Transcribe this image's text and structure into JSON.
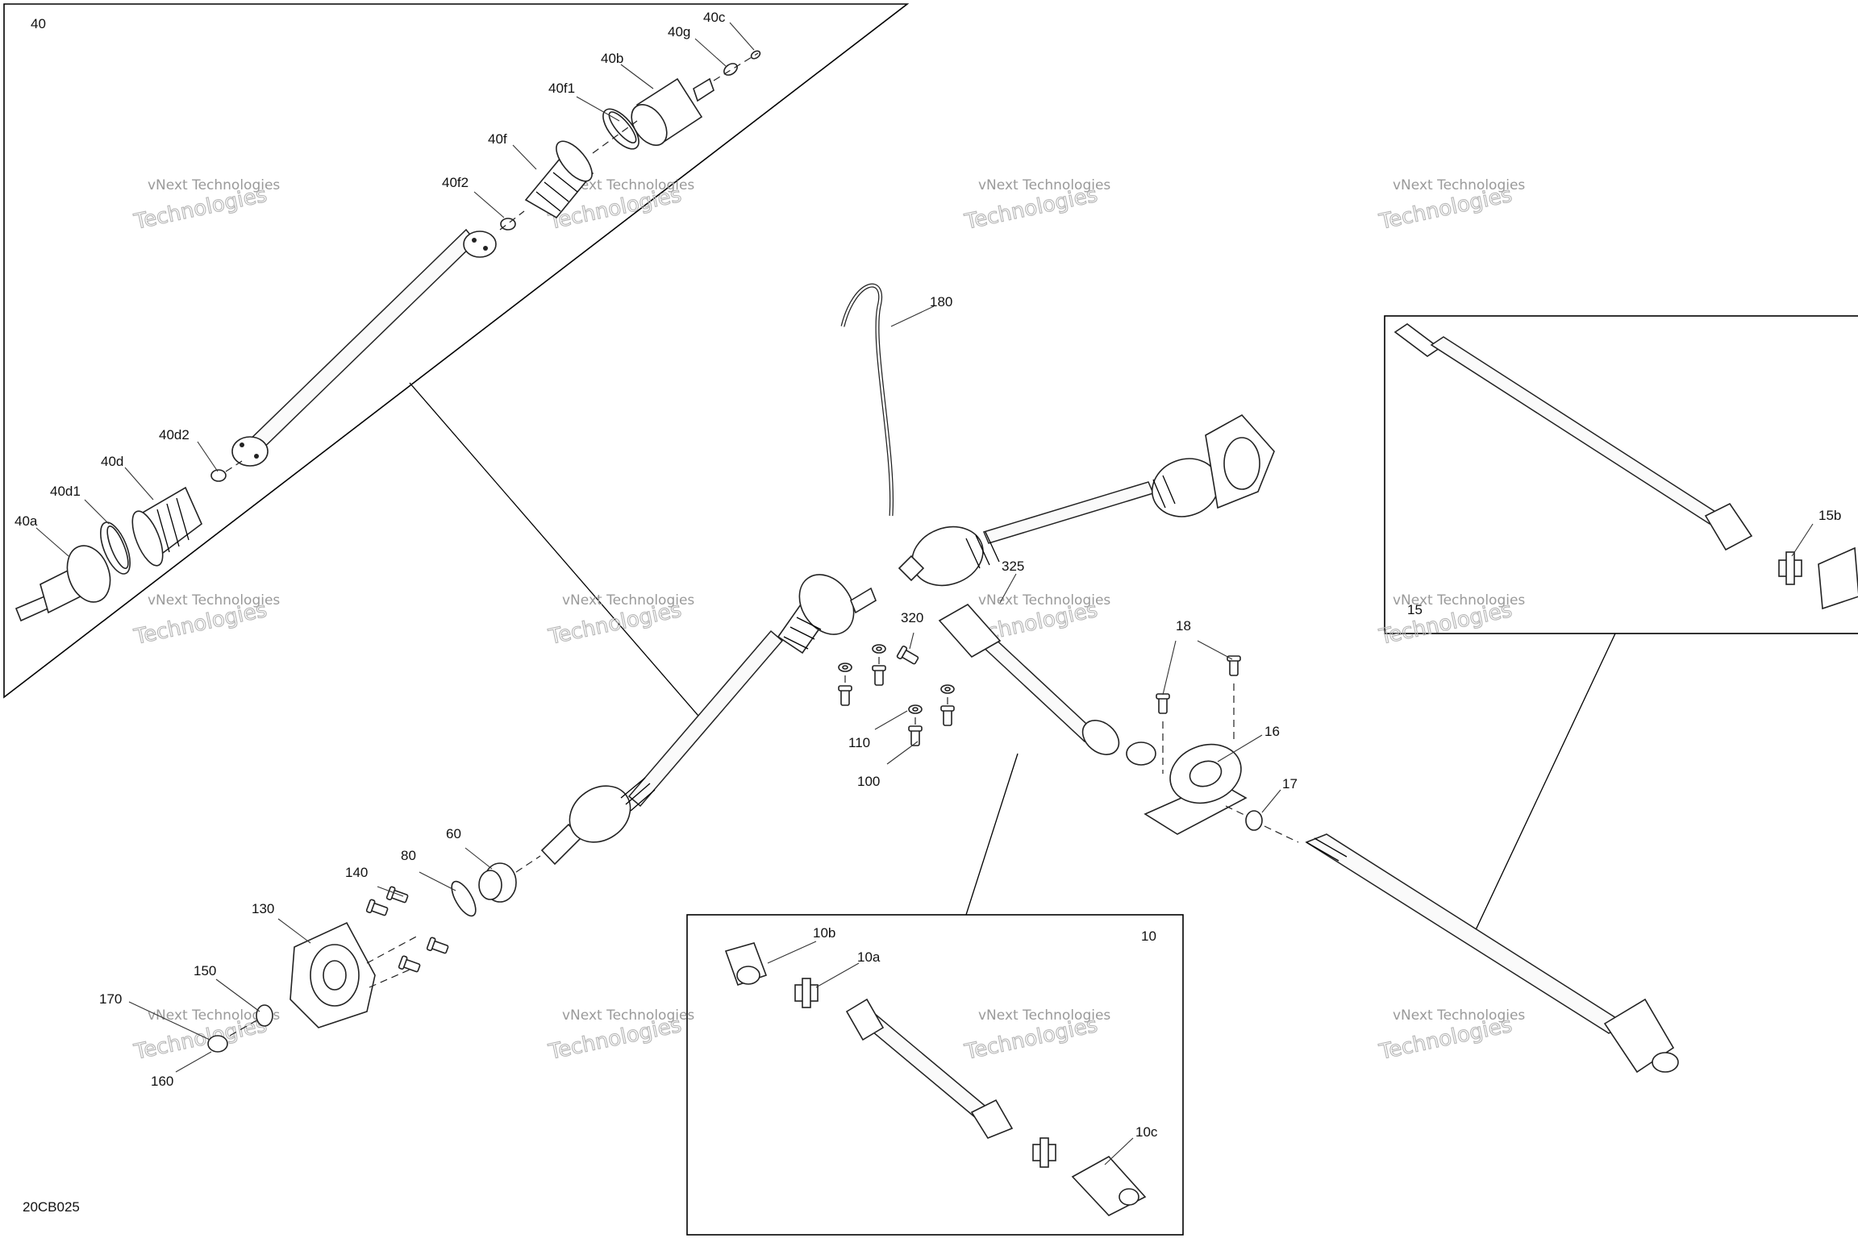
{
  "figure_code": "20CB025",
  "inset_labels": {
    "top_left": "40",
    "right": "15",
    "bottom": "10"
  },
  "watermark": {
    "line1": "vNext Technologies",
    "line2": "Technologies"
  },
  "callouts": {
    "c40a": "40a",
    "c40d1": "40d1",
    "c40d": "40d",
    "c40d2": "40d2",
    "c40f2": "40f2",
    "c40f": "40f",
    "c40f1": "40f1",
    "c40b": "40b",
    "c40g": "40g",
    "c40c": "40c",
    "c180": "180",
    "c325": "325",
    "c320": "320",
    "c18": "18",
    "c16": "16",
    "c17": "17",
    "c110": "110",
    "c100": "100",
    "c60": "60",
    "c80": "80",
    "c140": "140",
    "c130": "130",
    "c150": "150",
    "c170": "170",
    "c160": "160",
    "c15b": "15b",
    "c10b": "10b",
    "c10a": "10a",
    "c10c": "10c"
  }
}
